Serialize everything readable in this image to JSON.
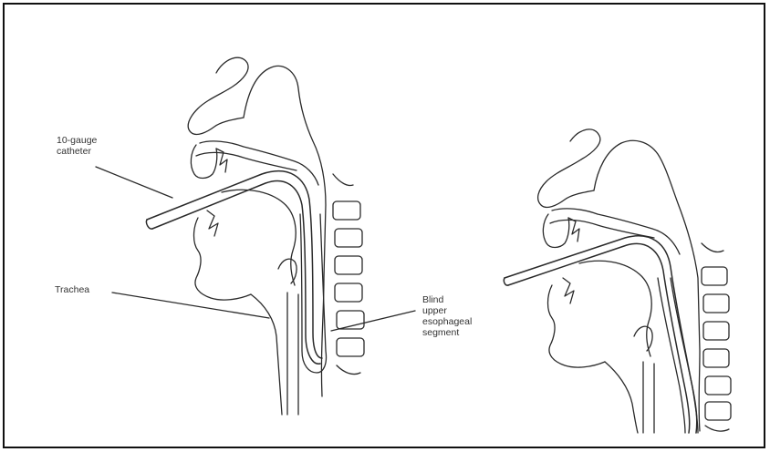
{
  "figure": {
    "labels": {
      "catheter": "10-gauge\ncatheter",
      "trachea": "Trachea",
      "segment": "Blind\nupper\nesophageal\nsegment"
    }
  },
  "colors": {
    "ink": "#2a2a2a",
    "frame": "#111111",
    "background": "#ffffff"
  }
}
